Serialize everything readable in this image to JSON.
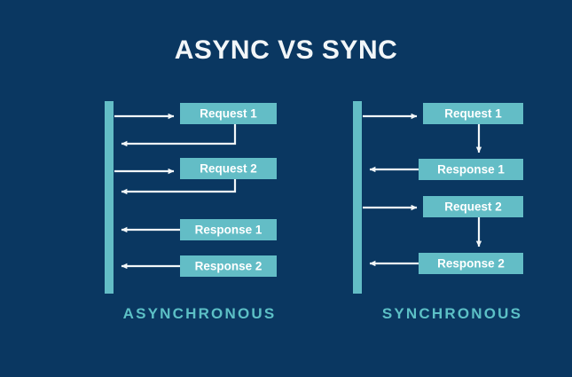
{
  "page": {
    "title": "ASYNC VS SYNC",
    "background_color": "#0a3761",
    "accent_color": "#5cc0c6",
    "box_color": "#63bdc6",
    "arrow_color": "#f2f6f8",
    "title_color": "#f2f6f8"
  },
  "panels": [
    {
      "id": "asynchronous",
      "caption": "ASYNCHRONOUS",
      "lifeline": {
        "name": "client-lifeline-left"
      },
      "boxes": [
        {
          "id": "async-request-1",
          "label": "Request 1"
        },
        {
          "id": "async-request-2",
          "label": "Request 2"
        },
        {
          "id": "async-response-1",
          "label": "Response 1"
        },
        {
          "id": "async-response-2",
          "label": "Response 2"
        }
      ],
      "arrows": [
        {
          "id": "async-arrow-to-request-1",
          "direction": "right"
        },
        {
          "id": "async-arrow-return-1",
          "direction": "left"
        },
        {
          "id": "async-arrow-to-request-2",
          "direction": "right"
        },
        {
          "id": "async-arrow-return-2",
          "direction": "left"
        },
        {
          "id": "async-arrow-response-1",
          "direction": "left"
        },
        {
          "id": "async-arrow-response-2",
          "direction": "left"
        }
      ]
    },
    {
      "id": "synchronous",
      "caption": "SYNCHRONOUS",
      "lifeline": {
        "name": "client-lifeline-right"
      },
      "boxes": [
        {
          "id": "sync-request-1",
          "label": "Request 1"
        },
        {
          "id": "sync-response-1",
          "label": "Response 1"
        },
        {
          "id": "sync-request-2",
          "label": "Request 2"
        },
        {
          "id": "sync-response-2",
          "label": "Response 2"
        }
      ],
      "arrows": [
        {
          "id": "sync-arrow-to-request-1",
          "direction": "right"
        },
        {
          "id": "sync-arrow-down-1",
          "direction": "down"
        },
        {
          "id": "sync-arrow-response-1",
          "direction": "left"
        },
        {
          "id": "sync-arrow-to-request-2",
          "direction": "right"
        },
        {
          "id": "sync-arrow-down-2",
          "direction": "down"
        },
        {
          "id": "sync-arrow-response-2",
          "direction": "left"
        }
      ]
    }
  ]
}
